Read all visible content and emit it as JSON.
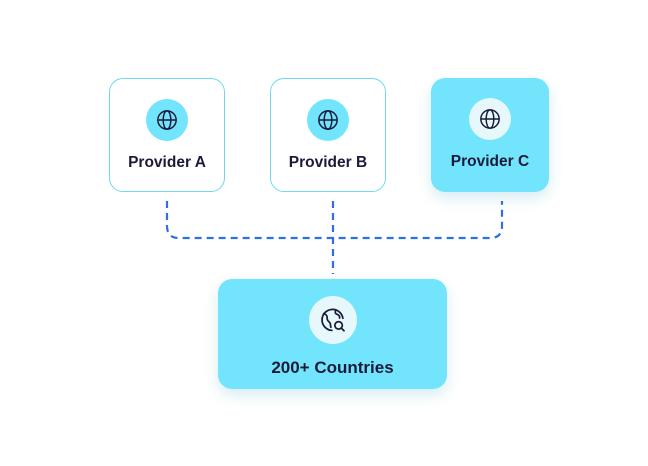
{
  "providers": [
    {
      "label": "Provider A",
      "icon": "globe-icon"
    },
    {
      "label": "Provider B",
      "icon": "globe-icon"
    },
    {
      "label": "Provider C",
      "icon": "globe-icon"
    }
  ],
  "destination": {
    "label": "200+ Countries",
    "icon": "globe-search-icon"
  },
  "colors": {
    "accent": "#72e5fc",
    "outline": "#6fd8f3",
    "text": "#1b1a3a",
    "connector": "#2f6fe0"
  }
}
